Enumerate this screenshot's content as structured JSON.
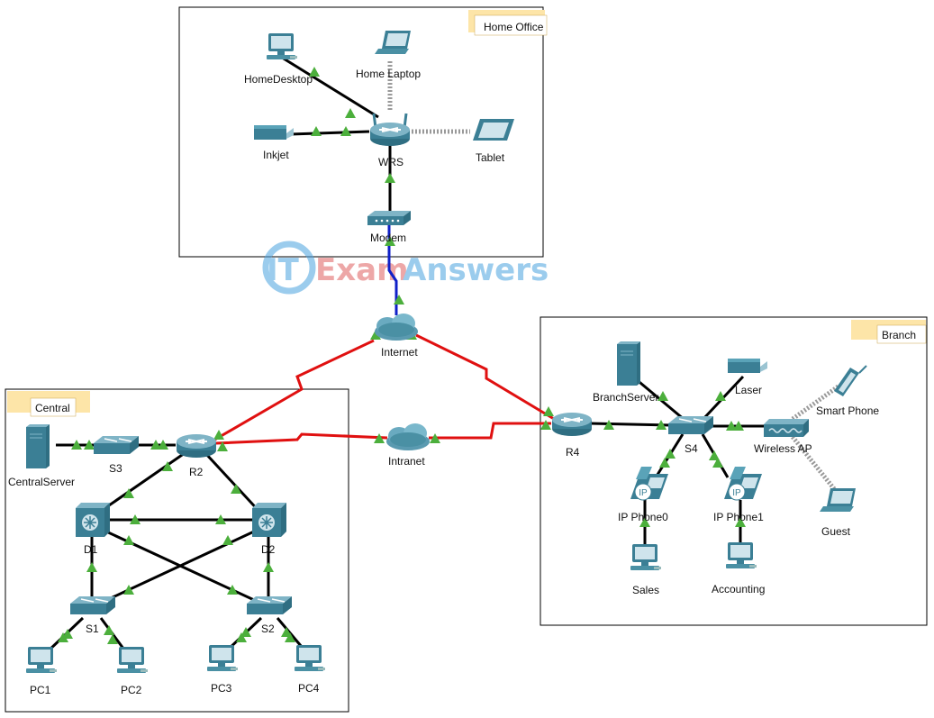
{
  "areas": {
    "home_office": "Home Office",
    "branch": "Branch",
    "central": "Central"
  },
  "watermark": {
    "it": "IT",
    "exam": "Exam",
    "answers": "Answers"
  },
  "devices": {
    "home_desktop": "HomeDesktop",
    "home_laptop": "Home Laptop",
    "inkjet": "Inkjet",
    "wrs": "WRS",
    "tablet": "Tablet",
    "modem": "Modem",
    "internet": "Internet",
    "intranet": "Intranet",
    "central_server": "CentralServer",
    "s3": "S3",
    "r2": "R2",
    "d1": "D1",
    "d2": "D2",
    "s1": "S1",
    "s2": "S2",
    "pc1": "PC1",
    "pc2": "PC2",
    "pc3": "PC3",
    "pc4": "PC4",
    "branch_server": "BranchServer",
    "laser": "Laser",
    "smart_phone": "Smart Phone",
    "wireless_ap": "Wireless AP",
    "guest": "Guest",
    "r4": "R4",
    "s4": "S4",
    "ip_phone0": "IP Phone0",
    "ip_phone1": "IP Phone1",
    "sales": "Sales",
    "accounting": "Accounting"
  },
  "colors": {
    "device_teal": "#4a90a4",
    "link_copper": "#000000",
    "link_serial": "#e01010",
    "link_coax": "#1020c8",
    "link_up": "#4caf3c",
    "area_tab": "#fde5a8",
    "watermark_blue": "#4aa3df",
    "watermark_red": "#e06060"
  },
  "icons": [
    "pc-icon",
    "laptop-icon",
    "printer-icon",
    "router-icon",
    "tablet-icon",
    "modem-icon",
    "cloud-icon",
    "server-icon",
    "switch-icon",
    "multilayer-switch-icon",
    "ip-phone-icon",
    "access-point-icon",
    "smartphone-icon"
  ]
}
